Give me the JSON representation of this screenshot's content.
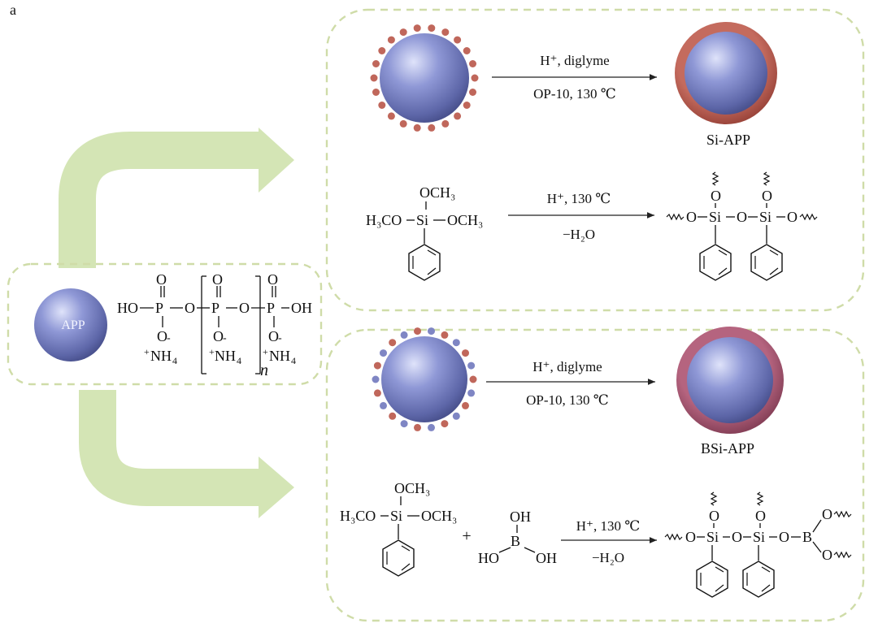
{
  "panel_label": "a",
  "app": {
    "sphere_label": "APP",
    "ho": "HO",
    "oh": "OH",
    "p": "P",
    "o": "O",
    "o_minus": "O",
    "minus": "-",
    "nh4_plus": "+",
    "nh4": "NH",
    "nh4_sub": "4",
    "n": "n"
  },
  "top": {
    "reaction1": {
      "reagent_top": "H⁺, diglyme",
      "reagent_bottom": "OP-10, 130 ℃",
      "product": "Si-APP"
    },
    "reaction2": {
      "reagent_top": "H⁺, 130 ℃",
      "reagent_bottom": "−H₂O"
    }
  },
  "bottom": {
    "reaction1": {
      "reagent_top": "H⁺, diglyme",
      "reagent_bottom": "OP-10, 130 ℃",
      "product": "BSi-APP"
    },
    "reaction2": {
      "reagent_top": "H⁺, 130 ℃",
      "reagent_bottom": "−H₂O",
      "plus": "+"
    }
  },
  "chem": {
    "och3": "OCH₃",
    "h3co": "H₃CO",
    "si": "Si",
    "o": "O",
    "b": "B",
    "oh": "OH",
    "ho": "HO"
  },
  "colors": {
    "panel_border": "#cfdca8",
    "arrow_green": "#d4e5b5",
    "sphere_core": "#7b86c8",
    "dot_red": "#c0675b",
    "dot_blue": "#7f86c4",
    "shell_si": "#b4574b",
    "shell_bsi": "#a1546e"
  }
}
